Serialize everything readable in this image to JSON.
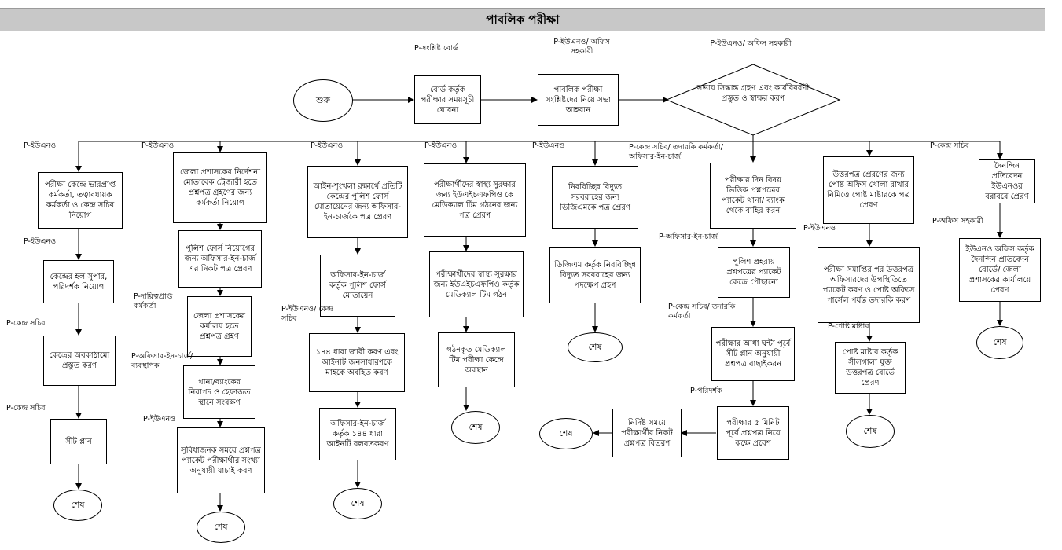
{
  "title": "পাবলিক পরীক্ষা",
  "start": "শুরু",
  "end": "শেষ",
  "top_flow": {
    "b1": {
      "role": "P-সংশ্লিষ্ট বোর্ড",
      "text": "বোর্ড কর্তৃক পরীক্ষার সময়সূচী ঘোষনা"
    },
    "b2": {
      "role": "P-ইউএনও/ অফিস সহকারী",
      "text": "পাবলিক পরীক্ষা সংশ্লিষ্টদের নিয়ে সভা আহবান"
    },
    "d1": {
      "role": "P-ইউএনও/ অফিস সহকারী",
      "text": "সভায় সিদ্ধান্ত গ্রহণ এবং কার্যবিবরণী প্রস্তুত ও স্বাক্ষর করণ"
    }
  },
  "col1": {
    "r1": "P-ইউএনও",
    "s1": "পরীক্ষা কেন্দ্রে ভারপ্রাপ্ত কর্মকর্তা, তত্বাবধায়ক কর্মকর্তা ও কেন্দ্র সচিব নিয়োগ",
    "r2": "P-ইউএনও",
    "s2": "কেন্দ্রের হল সুপার, পরিদর্শক নিয়োগ",
    "r3": "P-কেন্দ্র সচিব",
    "s3": "কেন্দ্রের অবকাঠামো প্রস্তুত করণ",
    "r4": "P-কেন্দ্র সচিব",
    "s4": "সীট প্লান"
  },
  "col2": {
    "r1": "P-ইউএনও",
    "s1": "জেলা প্রশাসকের নির্দেশনা মোতাবেক ট্রেজারী হতে প্রশ্নপত্র গ্রহণের জন্য কর্মকর্তা নিয়োগ",
    "s2": "পুলিশ ফোর্স নিয়োগের জন্য অফিসার-ইন-চার্জ এর নিকট পত্র প্রেরণ",
    "r3": "P-দায়িত্বপ্রাপ্ত কর্মকর্তা",
    "s3": "জেলা প্রশাসকের কর্যালয় হতে প্রশ্নপত্র গ্রহণ",
    "r4": "P-অফিসার-ইন-চার্জ/ ব্যবস্থাপক",
    "s4": "থানা/ব্যাংকের নিরাপদ ও হেফাজত স্থানে সংরক্ষণ",
    "r5": "P-ইউএনও",
    "s5": "সুবিধাজনক সময়ে প্রশ্নপত্র প্যাকেট পরীক্ষার্থীর সংখ্যা অনুযায়ী যাচাই করণ"
  },
  "col3": {
    "r1": "P-ইউএনও",
    "s1": "আইন-শৃংখলা রক্ষার্থে প্রতিটি কেন্দ্রের পুলিশ ফোর্স মোতায়েনের জন্য অফিসার-ইন-চার্জকে পত্র প্রেরণ",
    "s2": "অফিসার-ইন-চার্জ কর্তৃক পুলিশ ফোর্স মোতায়েন",
    "r3": "P-ইউএনও/ কেন্দ্র সচিব",
    "s3": "১৪৪ ধারা জারী করণ এবং আইনটি জনসাধারণকে মাইকে অবহিত করণ",
    "s4": "অফিসার-ইন-চার্জ কর্তৃক ১৪৪ ধারা আইনটি বলবতকরণ"
  },
  "col4": {
    "r1": "P-ইউএনও",
    "s1": "পরীক্ষার্থীদের স্বাস্থ্য সুরক্ষার জন্য ইউএইচএফপিও কে মেডিক্যাল টিম গঠনের জন্য পত্র প্রেরণ",
    "s2": "পরীক্ষার্থীদের স্বাস্থ্য সুরক্ষার জন্য ইউএইচএফপিও কর্তৃক মেডিক্যাল টিম গঠন",
    "s3": "গঠনকৃত মেডিক্যাল টিম পরীক্ষা কেন্দ্রে অবস্থান"
  },
  "col5": {
    "r1": "P-ইউএনও",
    "s1": "নিরবিচ্ছিন্ন বিদ্যুত সরবরাহের জন্য ডিজিএমকে পত্র প্রেরণ",
    "s2": "ডিজিএম কর্তৃক নিরবিচ্ছিন্ন বিদ্যুত সরবরাহের জন্য পদক্ষেপ গ্রহণ"
  },
  "col6": {
    "r1": "P-কেন্দ্র সচিব/ তদারকি কর্মকর্তা/ অফিসার-ইন-চার্জ",
    "s1": "পরীক্ষার দিন বিষয় ভিত্তিক প্রশ্নপত্রের প্যাকেট থানা/ ব্যাংক থেকে বাহির করন",
    "r2": "P-অফিসার-ইন-চার্জ",
    "s2": "পুলিশ প্রহরায় প্রশ্নপত্রের প্যাকেট কেন্দ্রে পৌছানো",
    "r3": "P-কেন্দ্র সচিব/ তদারকি কর্মকর্তা",
    "s3": "পরীক্ষার আধা ঘন্টা পূর্বে সীট প্লান অনুযায়ী প্রশ্নপত্র বাছাইকরন",
    "r4": "P-পরিদর্শক",
    "s4": "পরীক্ষার ৫ মিনিট পূর্বে প্রশ্নপত্র নিয়ে কক্ষে প্রবেশ",
    "s5": "নির্দিষ্ট সময়ে পরীক্ষার্থীর নিকট প্রশ্নপত্র বিতরণ"
  },
  "col7": {
    "s1": "উত্তরপত্র প্রেরণের জন্য পোষ্ট অফিস খোলা রাখার নিমিত্তে পোষ্ট মাষ্টারকে পত্র প্রেরণ",
    "r2": "P-ইউএনও",
    "s2": "পরীক্ষা সমাপ্তির পর উত্তরপত্র অফিসারদের উপস্থিতিতে প্যাকেট করণ ও পোষ্ট অফিসে পার্সেল পর্যন্ত তদারকি করণ",
    "r3": "P-পোষ্ট মাষ্টার",
    "s3": "পোষ্ট মাষ্টার কর্তৃক সীলগালা যুক্ত উত্তরপত্র বোর্ডে প্রেরণ"
  },
  "col8": {
    "r1": "P-কেন্দ্র সচিব",
    "s1": "দৈনন্দিন প্রতিবেদন ইউএনওর বরাবরে প্রেরণ",
    "r2": "P-অফিস সহকারী",
    "s2": "ইউএনও অফিস কর্তৃক দৈনন্দিন প্রতিবেদন বোর্ডে/ জেলা প্রশাসকের কার্যালয়ে প্রেরণ"
  }
}
